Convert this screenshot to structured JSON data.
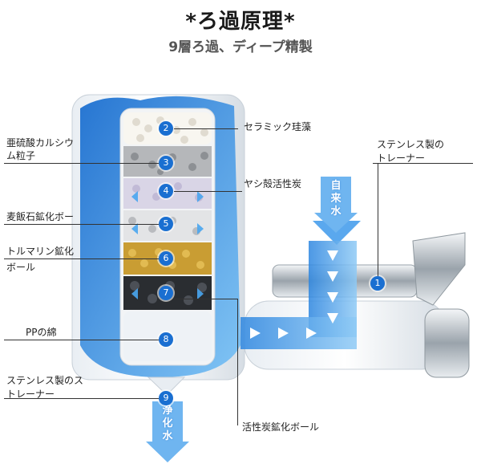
{
  "header": {
    "title": "*ろ過原理*",
    "subtitle": "9層ろ過、ディープ精製"
  },
  "filter_layers": [
    {
      "num": "2",
      "label": "セラミック珪藻"
    },
    {
      "num": "3",
      "label_line1": "亜硫酸カルシウ",
      "label_line2": "ム粒子"
    },
    {
      "num": "4",
      "label": "ヤシ殻活性炭"
    },
    {
      "num": "5",
      "label": "麦飯石鉱化ボー"
    },
    {
      "num": "6",
      "label_line1": "トルマリン鉱化",
      "label_line2": "ボール"
    },
    {
      "num": "7",
      "label": "活性炭鉱化ボール"
    },
    {
      "num": "8",
      "label": "PPの綿"
    },
    {
      "num": "9",
      "label_line1": "ステンレス製のス",
      "label_line2": "トレーナー"
    }
  ],
  "right_strainer": {
    "num": "1",
    "label_line1": "ステンレス製の",
    "label_line2": "トレーナー"
  },
  "flow": {
    "tap_water": "自来水",
    "purified_water": "浄化水"
  },
  "colors": {
    "badge": "#1a6fd1",
    "water": "#3b8fe3",
    "water_light": "#a9d3f6"
  }
}
